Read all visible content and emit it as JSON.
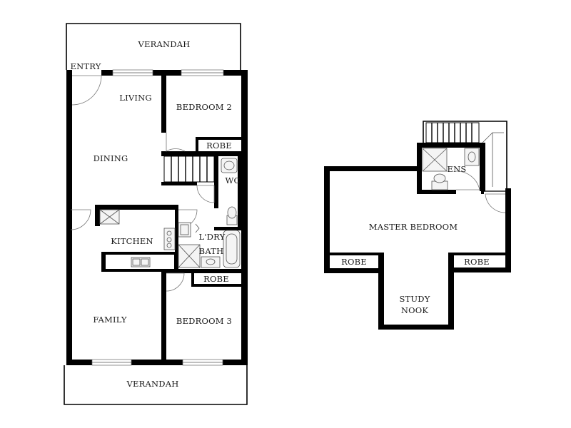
{
  "ground_floor": {
    "verandah_top": "VERANDAH",
    "entry": "ENTRY",
    "living": "LIVING",
    "bedroom2": "BEDROOM 2",
    "robe_bed2": "ROBE",
    "dining": "DINING",
    "wc": "WC",
    "kitchen": "KITCHEN",
    "laundry": "L'DRY",
    "bath": "BATH",
    "robe_bed3": "ROBE",
    "family": "FAMILY",
    "bedroom3": "BEDROOM 3",
    "verandah_bottom": "VERANDAH"
  },
  "upper_floor": {
    "ensuite": "ENS",
    "master_bedroom": "MASTER BEDROOM",
    "robe_left": "ROBE",
    "robe_right": "ROBE",
    "study_nook_line1": "STUDY",
    "study_nook_line2": "NOOK"
  }
}
